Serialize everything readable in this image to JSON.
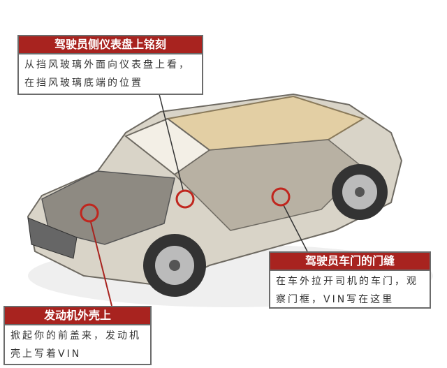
{
  "callouts": {
    "dashboard": {
      "title": "驾驶员侧仪表盘上铭刻",
      "body": "从挡风玻璃外面向仪表盘上看，在挡风玻璃底端的位置"
    },
    "door": {
      "title": "驾驶员车门的门缝",
      "body": "在车外拉开司机的车门，观察门框，VIN写在这里"
    },
    "engine": {
      "title": "发动机外壳上",
      "body": "掀起你的前盖来，发动机壳上写着VIN"
    }
  },
  "colors": {
    "header": "#a8231f",
    "marker": "#c0261e",
    "roof": "#e3cfa4",
    "body": "#d9d4c8"
  }
}
